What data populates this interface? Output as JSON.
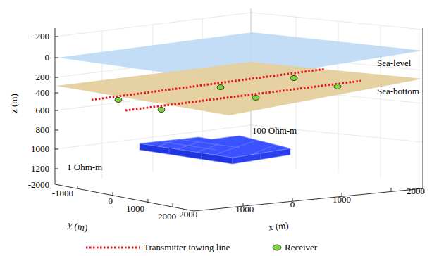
{
  "diagram": {
    "labels": [
      "-200",
      "0",
      "200",
      "400",
      "600",
      "800",
      "1000",
      "1200",
      "-2000",
      "-1000",
      "0",
      "1000",
      "2000",
      "-2000",
      "-1000",
      "0",
      "1000",
      "2000",
      "z (m)",
      "y (m)",
      "x (m)",
      "Sea-level",
      "Sea-bottom",
      "100 Ohm-m",
      "1 Ohm-m"
    ],
    "legend": [
      {
        "text": "Transmitter towing line"
      },
      {
        "text": "Receiver"
      }
    ]
  }
}
